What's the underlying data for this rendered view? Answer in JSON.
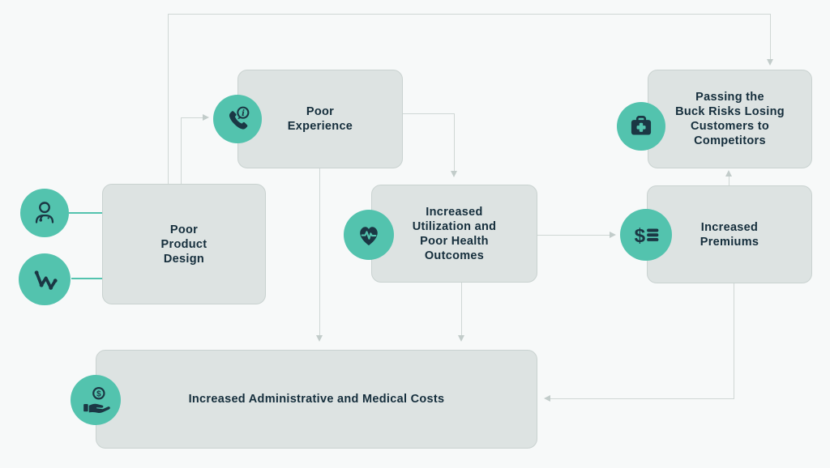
{
  "diagram": {
    "title": "Health insurance poor product design consequences flow",
    "nodes": {
      "poor_product_design": {
        "label": "Poor\nProduct\nDesign"
      },
      "poor_experience": {
        "label": "Poor\nExperience"
      },
      "increased_utilization": {
        "label": "Increased\nUtilization and\nPoor Health\nOutcomes"
      },
      "passing_the_buck": {
        "label": "Passing the\nBuck Risks Losing\nCustomers to\nCompetitors"
      },
      "increased_premiums": {
        "label": "Increased\nPremiums"
      },
      "admin_medical_costs": {
        "label": "Increased Administrative and Medical Costs"
      }
    },
    "icons": [
      "doctor-icon",
      "line-chart-icon",
      "phone-info-icon",
      "heart-pulse-icon",
      "medical-kit-icon",
      "dollar-list-icon",
      "hand-coin-icon"
    ],
    "colors": {
      "background": "#f7f9f9",
      "box_fill": "#dde3e2",
      "box_border": "#c9d2d0",
      "connector": "#cfd7d5",
      "teal_accent": "#53c3ae",
      "icon_dark": "#1b3744",
      "text": "#152e3c"
    }
  }
}
